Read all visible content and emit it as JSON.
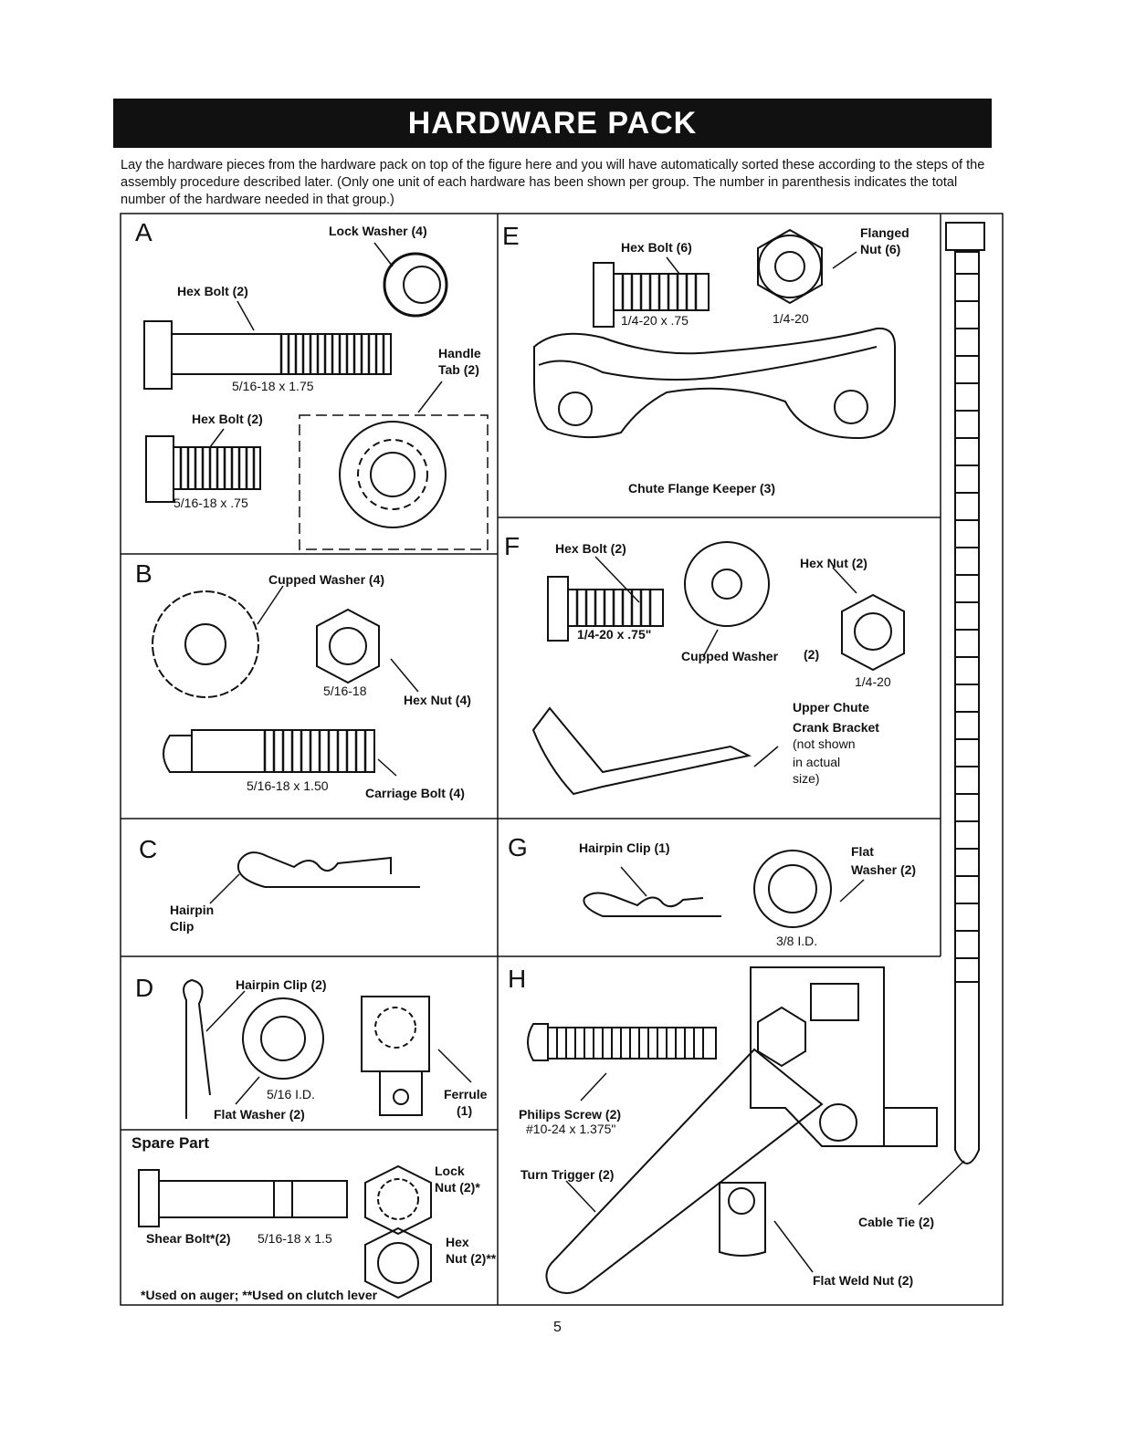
{
  "title": "HARDWARE PACK",
  "intro": "Lay the hardware pieces from the hardware pack on top of the figure here and you will have automatically sorted these according to the steps of the assembly procedure described later. (Only one unit of each hardware has been shown per group. The number in parenthesis indicates the total number of the hardware needed in that group.)",
  "sections": {
    "A": {
      "letter": "A",
      "lock_washer": "Lock Washer  (4)",
      "hex_bolt_1": "Hex Bolt  (2)",
      "size_1": "5/16-18 x 1.75",
      "handle_tab_1": "Handle",
      "handle_tab_2": "Tab (2)",
      "hex_bolt_2": "Hex Bolt  (2)",
      "size_2": "5/16-18 x .75"
    },
    "B": {
      "letter": "B",
      "cupped_washer": "Cupped Washer  (4)",
      "nut_size": "5/16-18",
      "hex_nut": "Hex Nut  (4)",
      "bolt_size": "5/16-18 x 1.50",
      "carriage_bolt": "Carriage Bolt  (4)"
    },
    "C": {
      "letter": "C",
      "clip_1": "Hairpin",
      "clip_2": "Clip"
    },
    "D": {
      "letter": "D",
      "hairpin": "Hairpin Clip (2)",
      "washer_size": "5/16 I.D.",
      "flat_washer": "Flat Washer (2)",
      "ferrule_1": "Ferrule",
      "ferrule_2": "(1)",
      "spare_part": "Spare Part",
      "lock_nut_1": "Lock",
      "lock_nut_2": "Nut (2)*",
      "hex_nut_1": "Hex",
      "hex_nut_2": "Nut (2)**",
      "shear_bolt": "Shear Bolt*(2)",
      "shear_size": "5/16-18 x 1.5",
      "footnote": "*Used on auger; **Used on clutch lever"
    },
    "E": {
      "letter": "E",
      "hex_bolt": "Hex Bolt  (6)",
      "flanged_1": "Flanged",
      "flanged_2": "Nut  (6)",
      "bolt_size": "1/4-20 x .75",
      "nut_size": "1/4-20",
      "keeper": "Chute Flange Keeper  (3)"
    },
    "F": {
      "letter": "F",
      "hex_bolt": "Hex Bolt  (2)",
      "hex_nut": "Hex Nut  (2)",
      "bolt_size": "1/4-20 x .75\"",
      "cupped_washer": "Cupped Washer",
      "cupped_count": "(2)",
      "nut_size": "1/4-20",
      "bracket_1": "Upper Chute",
      "bracket_2": "Crank Bracket",
      "bracket_3": "(not shown",
      "bracket_4": "in actual",
      "bracket_5": "size)"
    },
    "G": {
      "letter": "G",
      "hairpin": "Hairpin Clip (1)",
      "flat_1": "Flat",
      "flat_2": "Washer  (2)",
      "washer_size": "3/8 I.D."
    },
    "H": {
      "letter": "H",
      "screw_1": "Philips Screw (2)",
      "screw_2": "#10-24 x 1.375\"",
      "trigger": "Turn Trigger (2)",
      "cable_tie": "Cable Tie (2)",
      "weld_nut": "Flat Weld Nut (2)"
    }
  },
  "page_number": "5"
}
